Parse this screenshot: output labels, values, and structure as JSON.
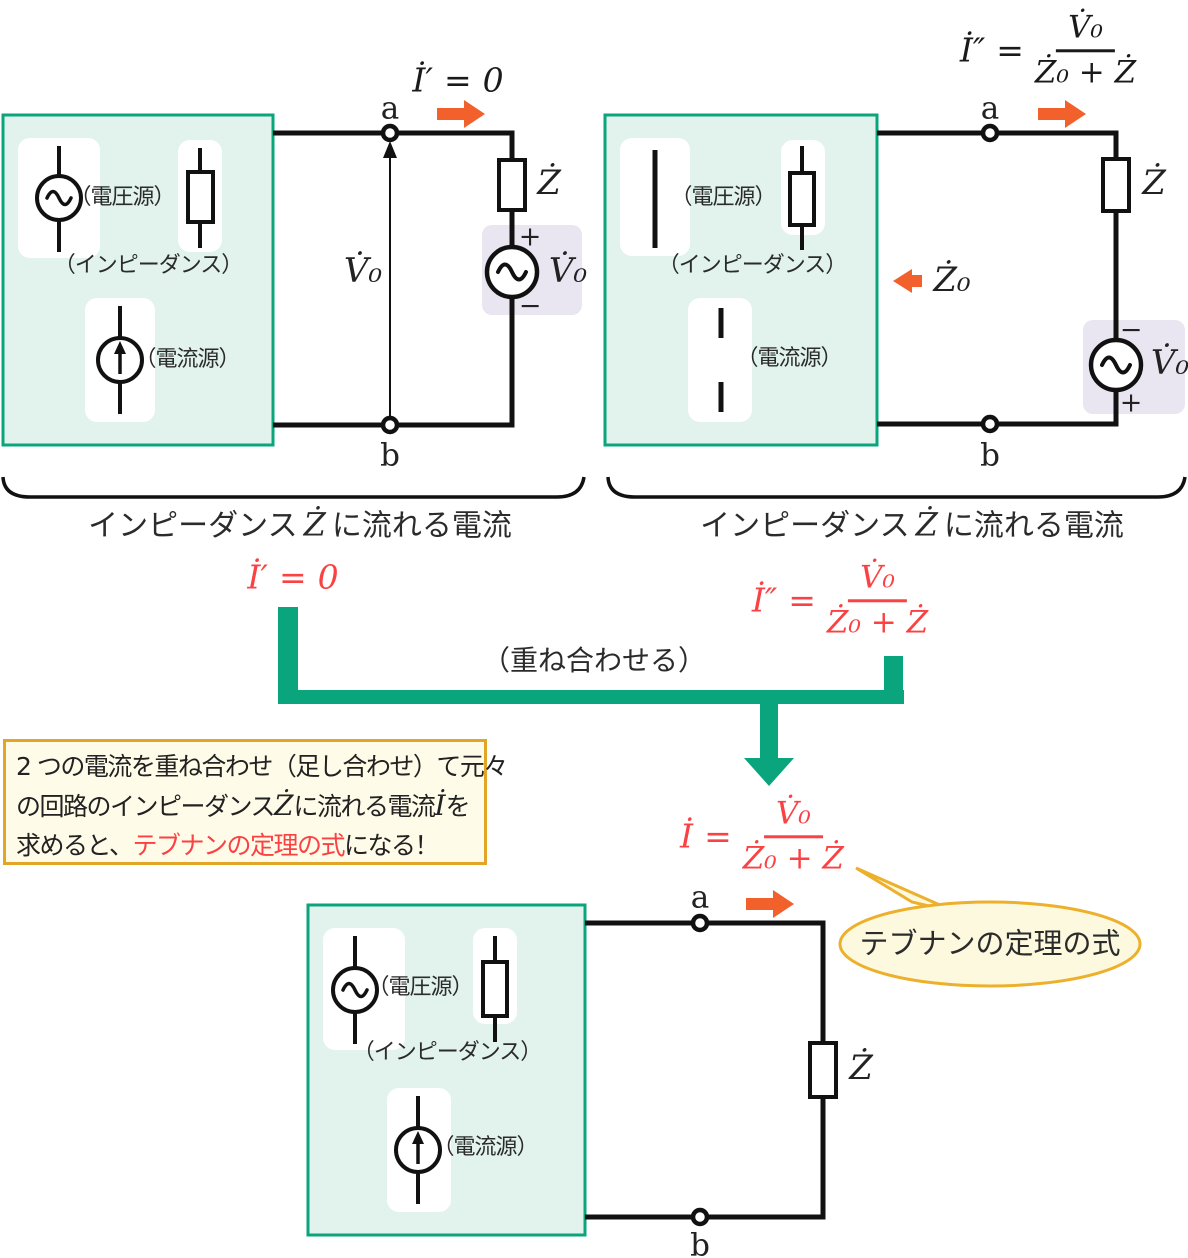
{
  "colors": {
    "teal": "#0aa57c",
    "mint": "#e1f3ec",
    "orange": "#f2612c",
    "red": "#fb4143",
    "gold": "#e2a526",
    "gold-bubble": "#edb02c",
    "note-bg": "#fefbe8",
    "bubble-bg": "#fdf9de",
    "lavender": "#e9e6f1",
    "ink": "#111111"
  },
  "legend": {
    "voltage_source": "（電圧源）",
    "impedance": "（インピーダンス）",
    "current_source": "（電流源）"
  },
  "terminals": {
    "a": "a",
    "b": "b"
  },
  "labels": {
    "z": "Ż",
    "z0": "Ż₀",
    "v0": "V̇₀",
    "plus": "+",
    "minus": "−"
  },
  "formulas": {
    "i_prime": {
      "lhs": "İ′",
      "eq": "=",
      "rhs": "0"
    },
    "i_dprime": {
      "lhs": "İ″",
      "eq": "=",
      "num": "V̇₀",
      "den": "Ż₀ + Ż"
    },
    "i_total": {
      "lhs": "İ",
      "eq": "=",
      "num": "V̇₀",
      "den": "Ż₀ + Ż"
    }
  },
  "captions": {
    "brace_pre": "インピーダンス",
    "brace_math": "Ż",
    "brace_post": "に流れる電流",
    "superpose": "（重ね合わせる）"
  },
  "note": {
    "line1": "2 つの電流を重ね合わせ（足し合わせ）て元々",
    "line2_pre": "の回路のインピーダンス",
    "line2_math1": "Ż",
    "line2_mid": "に流れる電流",
    "line2_math2": "İ",
    "line2_post": "を",
    "line3_pre": "求めると、",
    "line3_red": "テブナンの定理の式",
    "line3_post": "になる！"
  },
  "bubble": {
    "text": "テブナンの定理の式"
  }
}
